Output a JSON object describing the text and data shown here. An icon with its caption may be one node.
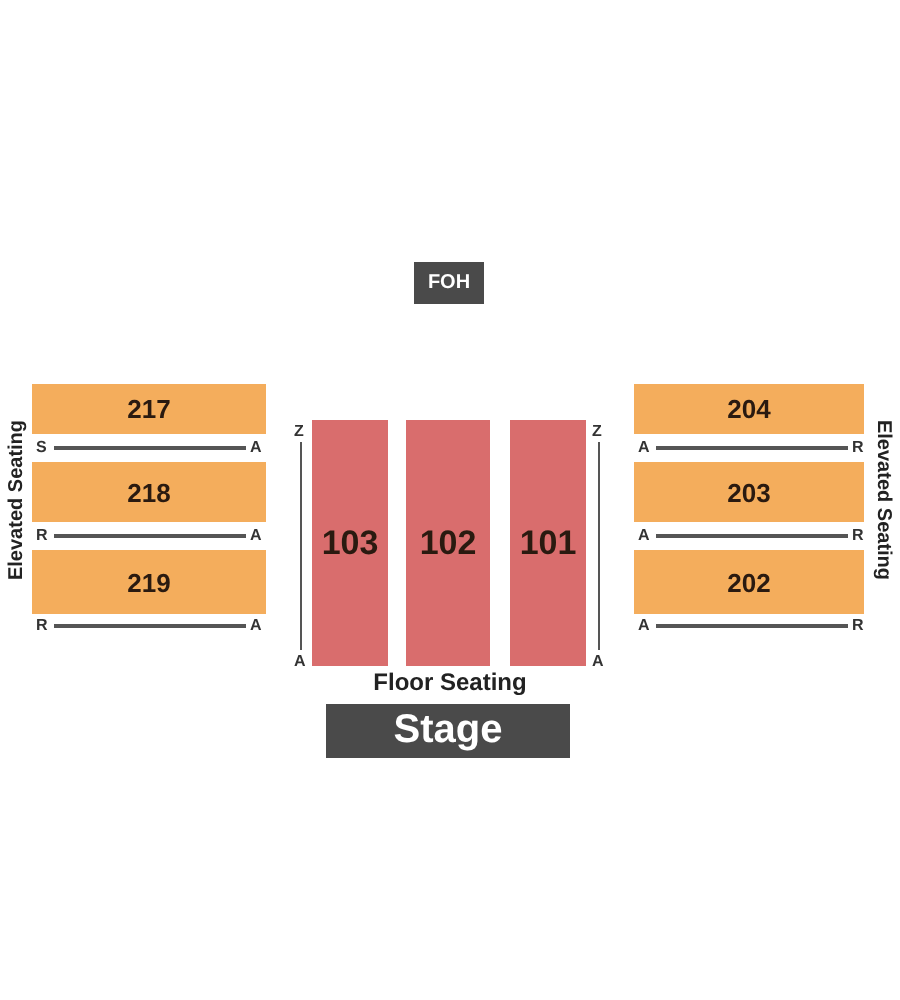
{
  "diagram": {
    "nodes": [
      {
        "text": [
          "FOH"
        ]
      },
      {
        "text": [
          "217"
        ]
      },
      {
        "text": [
          "218"
        ]
      },
      {
        "text": [
          "219"
        ]
      },
      {
        "text": [
          "103"
        ]
      },
      {
        "text": [
          "102"
        ]
      },
      {
        "text": [
          "101"
        ]
      },
      {
        "text": [
          "204"
        ]
      },
      {
        "text": [
          "203"
        ]
      },
      {
        "text": [
          "202"
        ]
      },
      {
        "text": [
          "Stage"
        ]
      }
    ],
    "labels": [
      "Elevated Seating",
      "S",
      "A",
      "R",
      "A",
      "R",
      "A",
      "Z",
      "A",
      "Z",
      "A",
      "A",
      "R",
      "A",
      "R",
      "A",
      "R",
      "Elevated Seating",
      "Floor Seating"
    ]
  }
}
